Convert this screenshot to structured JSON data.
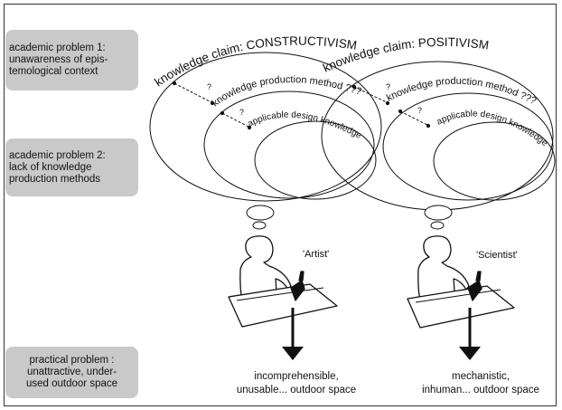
{
  "problems": {
    "academic1": [
      "academic problem 1:",
      "unawareness of epis-",
      "temological context"
    ],
    "academic2": [
      "academic problem 2:",
      "lack of knowledge",
      "production methods"
    ],
    "practical": [
      "practical problem :",
      "unattractive, under-",
      "used outdoor space"
    ]
  },
  "constructivism": {
    "claim": "knowledge claim: CONSTRUCTIVISM",
    "method": "knowledge production method ???",
    "design": "applicable design knowledge",
    "q1": "?",
    "q2": "?",
    "role": "'Artist'",
    "outcome": [
      "incomprehensible,",
      "unusable... outdoor space"
    ]
  },
  "positivism": {
    "claim": "knowledge claim: POSITIVISM",
    "method": "knowledge production method ???",
    "design": "applicable design knowledge",
    "q1": "?",
    "q2": "?",
    "role": "'Scientist'",
    "outcome": [
      "mechanistic,",
      "inhuman... outdoor space"
    ]
  },
  "colors": {
    "label_bg": "#c9c9c9",
    "line": "#111111"
  }
}
